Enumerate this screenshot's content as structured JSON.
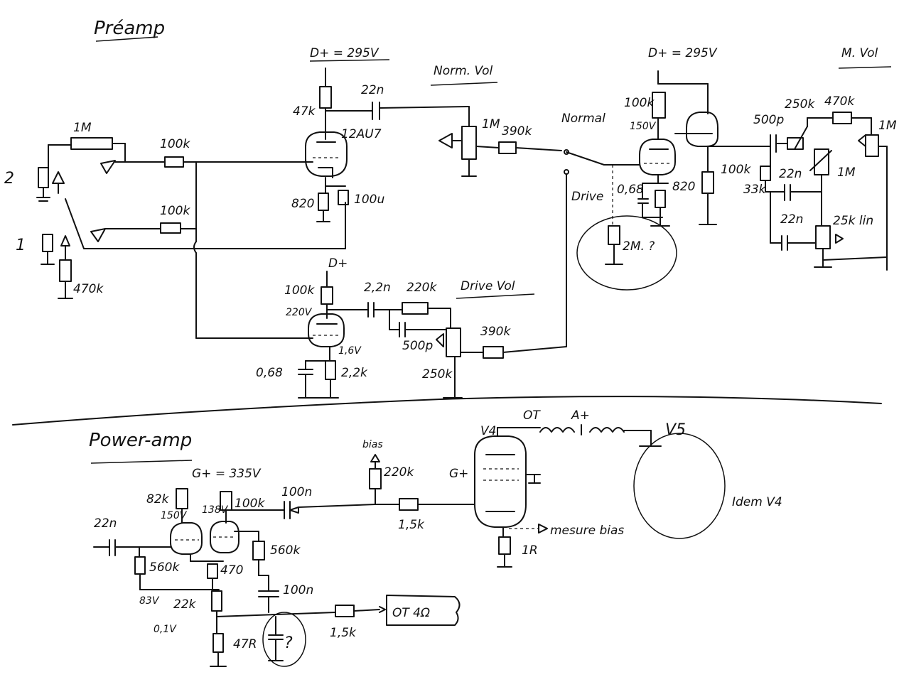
{
  "sections": {
    "preamp": "Préamp",
    "poweramp": "Power-amp"
  },
  "preamp": {
    "input_2": "2",
    "input_1": "1",
    "r_1m_top": "1M",
    "r_100k_in2": "100k",
    "r_100k_in1": "100k",
    "r_470k_in1": "470k",
    "d_plus_v1": "D+ = 295V",
    "r_47k_v1": "47k",
    "c_22n_v1": "22n",
    "tube_v1": "12AU7",
    "r_820_v1": "820",
    "c_100u_v1": "100u",
    "norm_vol_title": "Norm. Vol",
    "pot_1m_norm": "1M",
    "r_390k_norm": "390k",
    "switch_normal": "Normal",
    "switch_drive": "Drive",
    "d_plus_v3": "D+ = 295V",
    "r_100k_v3": "100k",
    "v3_plate": "150V",
    "c_068_v3": "0,68",
    "r_820_v3": "820",
    "r_2m_note": "2M. ?",
    "r_100k_cath": "100k",
    "c_500p_tone": "500p",
    "r_250k_tone": "250k",
    "r_470k_tone": "470k",
    "r_33k_tone": "33k",
    "c_22n_mid": "22n",
    "pot_1m_tone": "1M",
    "c_22n_bass": "22n",
    "pot_25k_bass": "25k lin",
    "m_vol_title": "M. Vol",
    "pot_1m_master": "1M",
    "d_plus_v2": "D+",
    "r_100k_v2": "100k",
    "v2_plate": "220V",
    "c_22n_v2": "2,2n",
    "r_220k_v2": "220k",
    "drive_vol_title": "Drive Vol",
    "c_500p_v2": "500p",
    "r_390k_drive": "390k",
    "pot_250k_drive": "250k",
    "v2_cathode_v": "1,6V",
    "c_068_v2": "0,68",
    "r_22k_v2": "2,2k"
  },
  "poweramp": {
    "supply": "G+ = 335V",
    "r_82k": "82k",
    "v_150": "150V",
    "r_100k_pi": "100k",
    "v_138": "138V",
    "c_100n_out": "100n",
    "c_22n_in": "22n",
    "r_560k_left": "560k",
    "r_470_tail": "470",
    "r_560k_right": "560k",
    "v_83": "83V",
    "r_22k_tail": "22k",
    "c_100n_fb": "100n",
    "v_01": "0,1V",
    "r_47r": "47R",
    "c_unknown": "?",
    "r_15k_fb": "1,5k",
    "ot_4ohm": "OT 4Ω",
    "bias_label": "bias",
    "r_220k_bias": "220k",
    "r_15k_grid": "1,5k",
    "tube_v4": "V4",
    "ot_top": "OT",
    "a_plus": "A+",
    "g_plus_screen": "G+",
    "tube_v5": "V5",
    "mesure_bias": "mesure bias",
    "r_1r": "1R",
    "idem_v4": "Idem V4"
  }
}
